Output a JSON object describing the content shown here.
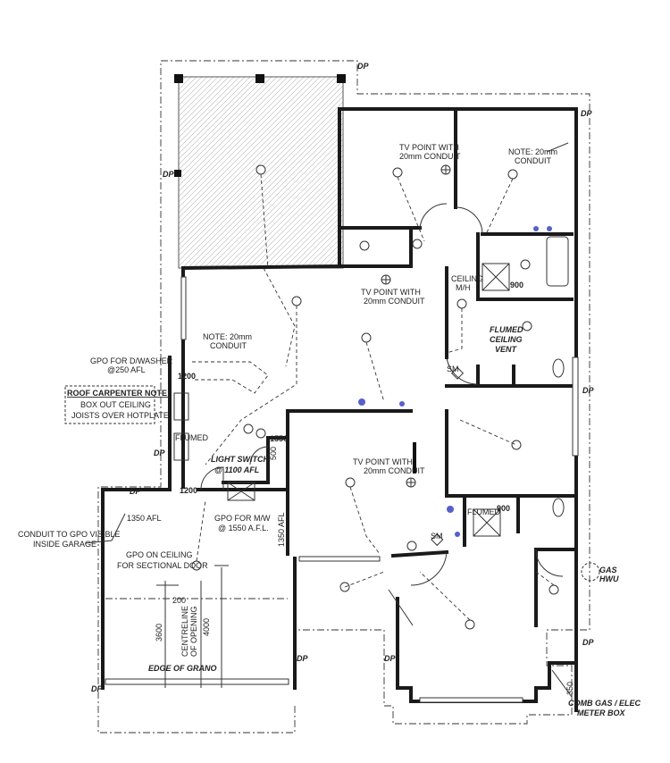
{
  "plan": {
    "labels": {
      "dp": "DP",
      "tv_point_bed": "TV POINT WITH",
      "tv_point_bed_2": "20mm CONDUIT",
      "note_conduit_bed": "NOTE: 20mm",
      "note_conduit_bed_2": "CONDUIT",
      "tv_point_living": "TV POINT WITH",
      "tv_point_living_2": "20mm CONDUIT",
      "ceiling_mh": "CEILING",
      "ceiling_mh_2": "M/H",
      "dim_900_top": "900",
      "flumed_vent": "FLUMED",
      "flumed_vent_2": "CEILING",
      "flumed_vent_3": "VENT",
      "note_conduit_kitchen": "NOTE: 20mm",
      "note_conduit_kitchen_2": "CONDUIT",
      "gpo_dwasher": "GPO FOR D/WASHER",
      "gpo_dwasher_2": "@250 AFL",
      "roof_note_title": "ROOF CARPENTER NOTE:",
      "roof_note_1": "BOX OUT CEILING",
      "roof_note_2": "JOISTS OVER HOTPLATE",
      "dim_1200_top": "1200",
      "flumed_kitchen": "FLUMED",
      "dim_1200_bottom": "1200",
      "light_switch": "LIGHT SWITCH",
      "light_switch_2": "@ 1100 AFL",
      "dim_1550": "1550",
      "dim_500": "500",
      "sm": "SM",
      "tv_point_center": "TV POINT WITH",
      "tv_point_center_2": "20mm CONDUIT",
      "flumed_ens": "FLUMED",
      "dim_900_bottom": "900",
      "dim_1350_afl": "1350 AFL",
      "conduit_garage": "CONDUIT TO GPO VISIBLE",
      "conduit_garage_2": "INSIDE GARAGE",
      "gpo_mw": "GPO FOR M/W",
      "gpo_mw_2": "@ 1550 A.F.L.",
      "dim_1350_vert": "1350 AFL",
      "gpo_ceiling": "GPO ON CEILING",
      "gpo_ceiling_2": "FOR SECTIONAL DOOR",
      "dim_200": "200",
      "dim_3600": "3600",
      "centreline": "CENTRELINE",
      "centreline_2": "OF OPENING",
      "dim_4000": "4000",
      "edge_grano": "EDGE OF GRANO",
      "gas_hwu": "GAS",
      "gas_hwu_2": "HWU",
      "dim_350": "350",
      "meter_box": "COMB GAS / ELEC",
      "meter_box_2": "METER BOX"
    }
  }
}
